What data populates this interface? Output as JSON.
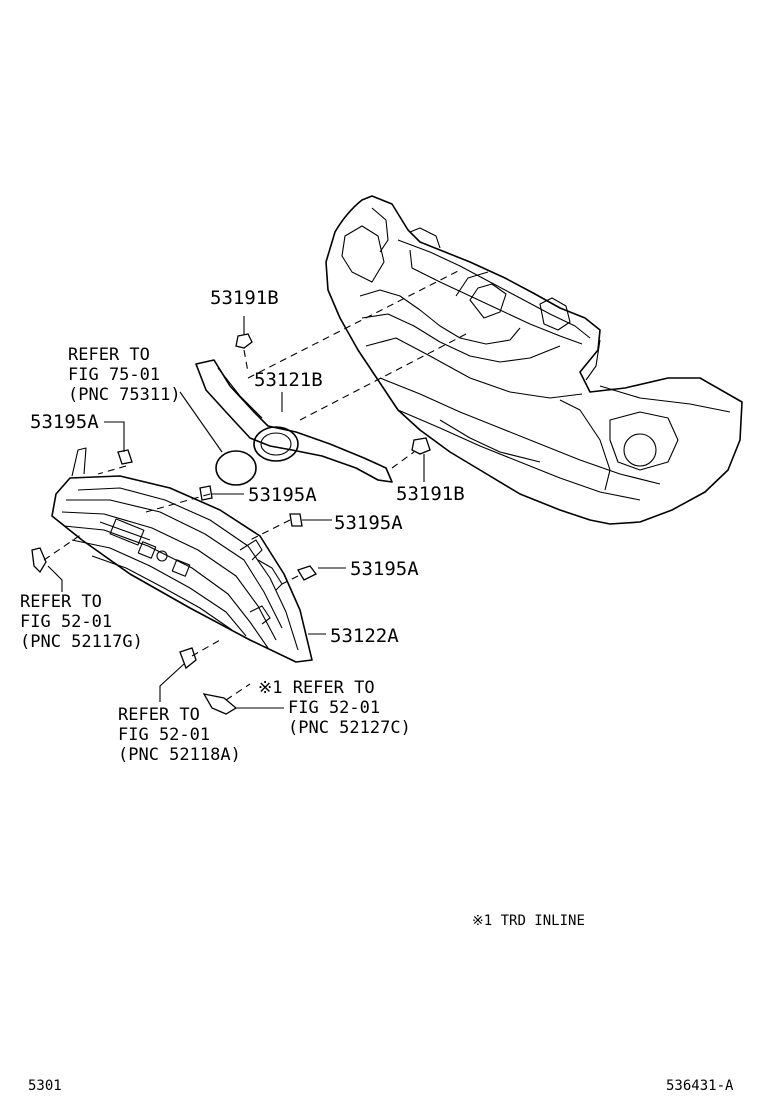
{
  "callouts": {
    "c53191b_top": "53191B",
    "c53121b": "53121B",
    "c53195a_left": "53195A",
    "c53195a_mid1": "53195A",
    "c53195a_mid2": "53195A",
    "c53195a_mid3": "53195A",
    "c53191b_right": "53191B",
    "c53122a": "53122A"
  },
  "refs": {
    "fig75": [
      "REFER TO",
      "FIG 75-01",
      "(PNC 75311)"
    ],
    "fig52_left": [
      "REFER TO",
      "FIG 52-01",
      "(PNC 52117G)"
    ],
    "fig52_bottom": [
      "REFER TO",
      "FIG 52-01",
      "(PNC 52118A)"
    ],
    "fig52_note": [
      "※1 REFER TO",
      "FIG 52-01",
      "(PNC 52127C)"
    ]
  },
  "footnote": "※1 TRD INLINE",
  "page_number": "5301",
  "figure_id": "536431-A"
}
